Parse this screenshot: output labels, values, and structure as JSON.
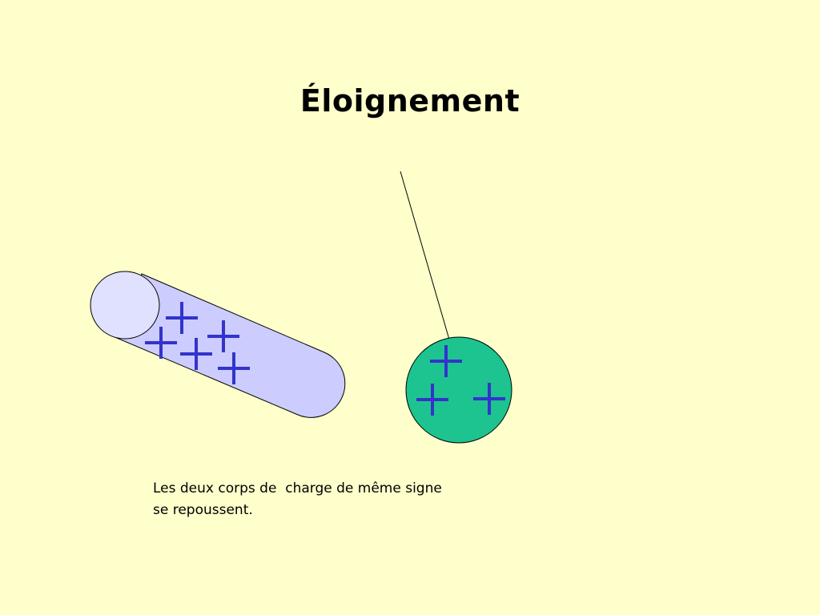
{
  "slide": {
    "title": "Éloignement",
    "caption_lines": [
      "Les deux corps de  charge de même signe",
      "se repoussent."
    ]
  },
  "colors": {
    "background": "#FFFFCC",
    "rod_fill": "#CCCCFF",
    "rod_end_fill": "#E0E0FF",
    "sphere_fill": "#1DC48F",
    "charge_symbol": "#3333CC",
    "outline": "#000000"
  },
  "figure": {
    "rod_charges": [
      "+",
      "+",
      "+",
      "+",
      "+",
      "+"
    ],
    "sphere_charges": [
      "+",
      "+",
      "+"
    ]
  }
}
